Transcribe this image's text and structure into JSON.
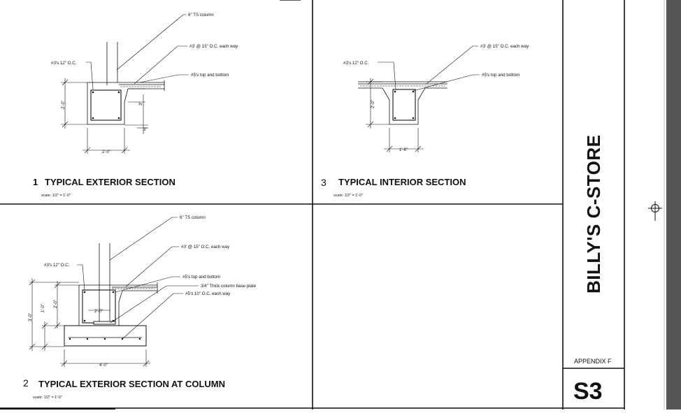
{
  "details": {
    "d1": {
      "number": "1",
      "title": "TYPICAL EXTERIOR SECTION",
      "scale": "scale:  1/2\" = 1'-0\"",
      "callouts": [
        "6\" TS column",
        "#3' @ 15\" O.C. each way",
        "#3's 12\" O.C.",
        "#5's top and bottom"
      ],
      "dims": [
        "2'-0\"",
        "3\"",
        "3\"",
        "2'-0\""
      ]
    },
    "d2": {
      "number": "2",
      "title": "TYPICAL EXTERIOR SECTION AT COLUMN",
      "scale": "scale:  1/2\" = 1'-0\"",
      "callouts": [
        "6\" TS column",
        "#3' @ 15\" O.C. each way",
        "#3's 12\" O.C.",
        "#5's top and bottom",
        "3/4\" Thick column base plate",
        "#5's 10\" O.C. each way"
      ],
      "dims": [
        "3'-0\"",
        "1'-0\"",
        "2'-0\"",
        "2'-0\"",
        "4'-0\""
      ]
    },
    "d3": {
      "number": "3",
      "title": "TYPICAL INTERIOR SECTION",
      "scale": "scale:  1/2\" = 1'-0\"",
      "callouts": [
        "#3' @ 15\" O.C. each way",
        "#3's 12\" O.C.",
        "#5's top and bottom"
      ],
      "dims": [
        "2'-0\"",
        "1'-6\""
      ]
    }
  },
  "title_block": {
    "project": "BILLY'S C-STORE",
    "appendix": "APPENDIX F",
    "sheet": "S3"
  },
  "icons": [
    "crosshair-target-icon"
  ]
}
